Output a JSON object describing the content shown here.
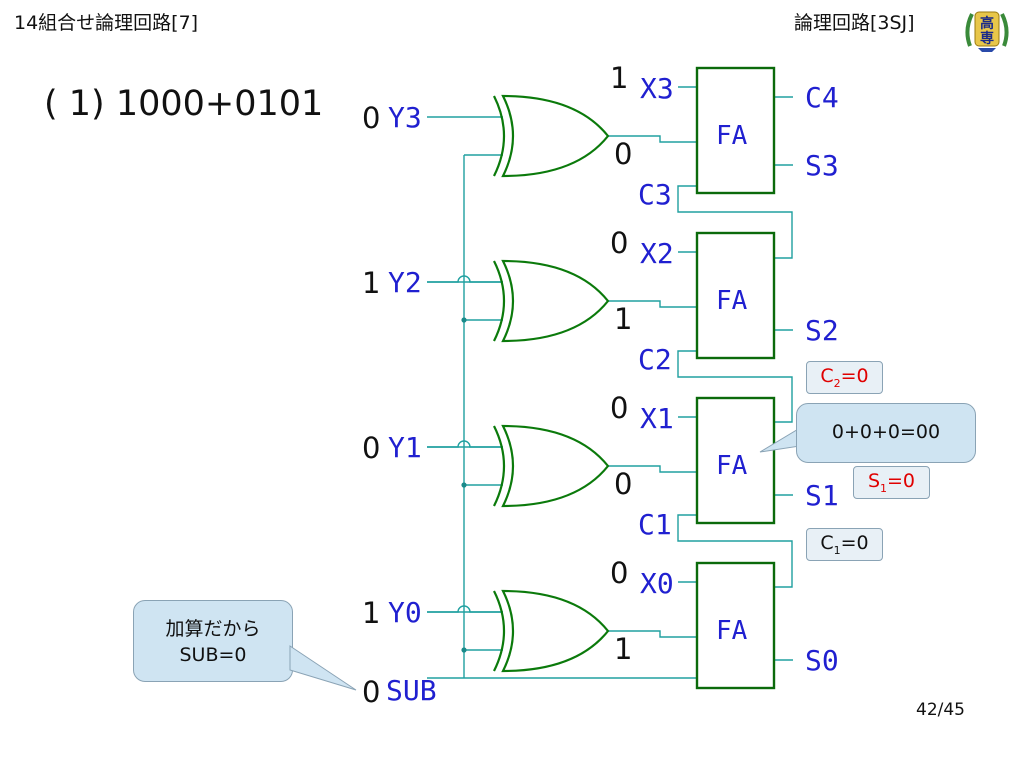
{
  "header": {
    "left_title": "14組合せ論理回路[7]",
    "right_title": "論理回路[3SJ]"
  },
  "logo": {
    "text": "高専"
  },
  "problem": "( 1) 1000+0101",
  "page": "42/45",
  "signals": {
    "y": [
      "Y3",
      "Y2",
      "Y1",
      "Y0"
    ],
    "x": [
      "X3",
      "X2",
      "X1",
      "X0"
    ],
    "carries": [
      "C3",
      "C2",
      "C1"
    ],
    "c4": "C4",
    "sums": [
      "S3",
      "S2",
      "S1",
      "S0"
    ],
    "sub": "SUB",
    "fa": "FA"
  },
  "values": {
    "y": [
      "0",
      "1",
      "0",
      "1"
    ],
    "x": [
      "1",
      "0",
      "0",
      "0"
    ],
    "xor_out": [
      "0",
      "1",
      "0",
      "1"
    ],
    "sub": "0"
  },
  "callouts": {
    "sub_note_line1": "加算だから",
    "sub_note_line2": "SUB=0",
    "sum_note": "0+0+0=00",
    "c2_letter": "C",
    "c2_sub": "2",
    "c2_rest": "=0",
    "s1_letter": "S",
    "s1_sub": "1",
    "s1_rest": "=0",
    "c1_letter": "C",
    "c1_sub": "1",
    "c1_rest": "=0"
  },
  "colors": {
    "signal": "#2020d0",
    "wire": "#20a0a0",
    "gate": "#0b7a0b",
    "highlight": "#e00000",
    "bubble": "#cfe4f2"
  }
}
